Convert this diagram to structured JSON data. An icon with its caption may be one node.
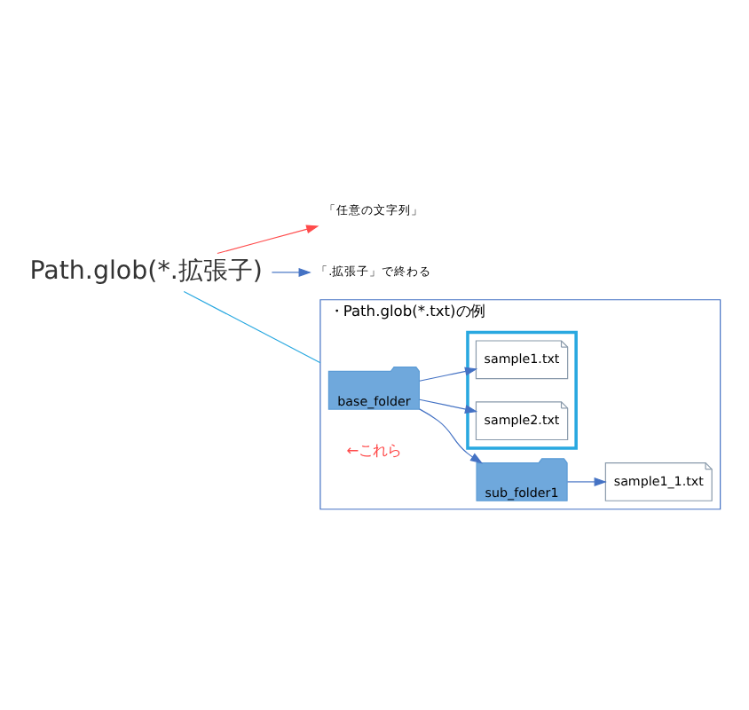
{
  "diagram": {
    "nodes": [
      {
        "text": [
          "Path.glob(*.拡張子)"
        ]
      },
      {
        "text": [
          "「任意の文字列」"
        ]
      },
      {
        "text": [
          "「.拡張子」で終わる"
        ]
      },
      {
        "text": [
          "・Path.glob(*.txt)の例"
        ]
      },
      {
        "text": [
          "base_folder"
        ],
        "in": 3
      },
      {
        "text": [
          "sub_folder1"
        ],
        "in": 3
      },
      {
        "text": [
          "sample1_1.txt"
        ],
        "in": 3
      },
      {
        "text": [],
        "shape": "box",
        "in": 3
      },
      {
        "text": [
          "sample1.txt"
        ],
        "in": 7
      },
      {
        "text": [
          "sample2.txt"
        ],
        "in": 7
      }
    ],
    "edges": [
      {
        "from": 0,
        "to": 1,
        "arrow": "to",
        "color": "#ff4b4b"
      },
      {
        "from": 0,
        "to": 2,
        "arrow": "to"
      },
      {
        "from": 0,
        "to": 3,
        "arrow": "none",
        "color": "#29a8e0"
      },
      {
        "from": 4,
        "to": 5,
        "arrow": "to"
      },
      {
        "from": 5,
        "to": 6,
        "arrow": "to"
      },
      {
        "from": 4,
        "to": 8,
        "arrow": "to"
      },
      {
        "from": 4,
        "to": 9,
        "arrow": "to"
      }
    ],
    "labels": [
      "←これら"
    ]
  }
}
